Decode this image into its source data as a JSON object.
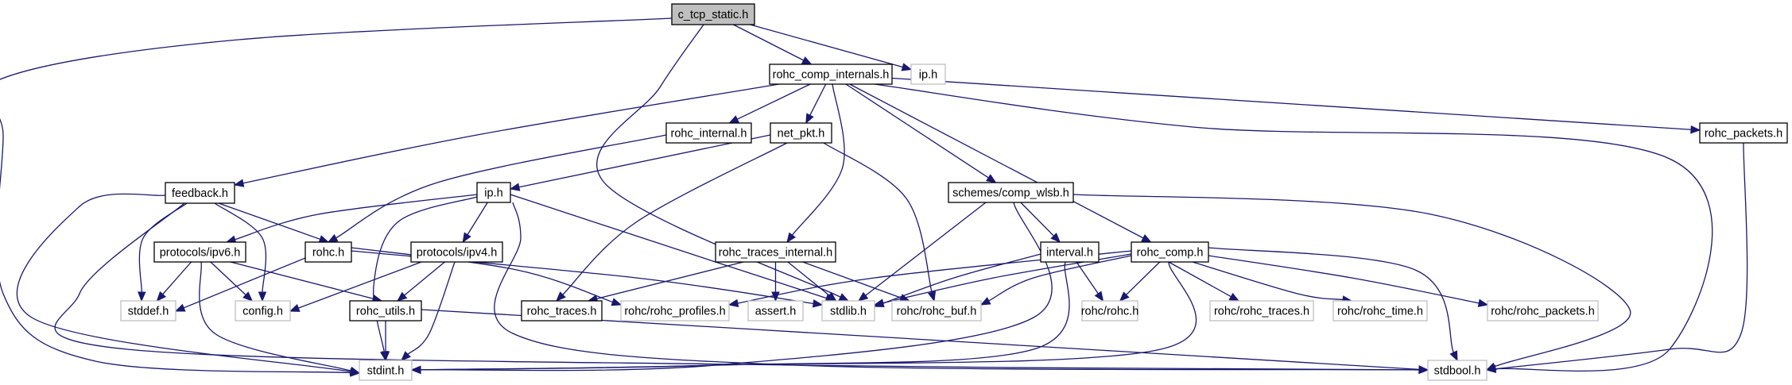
{
  "title": "c_tcp_static.h include dependency graph",
  "colors": {
    "edge": "#191970",
    "root_fill": "#bfbfbf",
    "primary_border": "#000000",
    "external_border": "#bfbfbf"
  },
  "nodes": [
    {
      "id": "c_tcp_static",
      "label": "c_tcp_static.h",
      "kind": "root"
    },
    {
      "id": "rohc_comp_internals",
      "label": "rohc_comp_internals.h",
      "kind": "primary"
    },
    {
      "id": "ip_ext",
      "label": "ip.h",
      "kind": "external"
    },
    {
      "id": "rohc_internal",
      "label": "rohc_internal.h",
      "kind": "primary"
    },
    {
      "id": "net_pkt",
      "label": "net_pkt.h",
      "kind": "primary"
    },
    {
      "id": "rohc_packets",
      "label": "rohc_packets.h",
      "kind": "primary"
    },
    {
      "id": "feedback",
      "label": "feedback.h",
      "kind": "primary"
    },
    {
      "id": "ip",
      "label": "ip.h",
      "kind": "primary"
    },
    {
      "id": "comp_wlsb",
      "label": "schemes/comp_wlsb.h",
      "kind": "primary"
    },
    {
      "id": "ipv6",
      "label": "protocols/ipv6.h",
      "kind": "primary"
    },
    {
      "id": "rohc",
      "label": "rohc.h",
      "kind": "primary"
    },
    {
      "id": "ipv4",
      "label": "protocols/ipv4.h",
      "kind": "primary"
    },
    {
      "id": "rohc_traces_internal",
      "label": "rohc_traces_internal.h",
      "kind": "primary"
    },
    {
      "id": "interval",
      "label": "interval.h",
      "kind": "primary"
    },
    {
      "id": "rohc_comp",
      "label": "rohc_comp.h",
      "kind": "primary"
    },
    {
      "id": "stddef",
      "label": "stddef.h",
      "kind": "external"
    },
    {
      "id": "config",
      "label": "config.h",
      "kind": "external"
    },
    {
      "id": "rohc_utils",
      "label": "rohc_utils.h",
      "kind": "primary"
    },
    {
      "id": "rohc_traces",
      "label": "rohc_traces.h",
      "kind": "primary"
    },
    {
      "id": "rohc_profiles",
      "label": "rohc/rohc_profiles.h",
      "kind": "external"
    },
    {
      "id": "assert",
      "label": "assert.h",
      "kind": "external"
    },
    {
      "id": "stdlib",
      "label": "stdlib.h",
      "kind": "external"
    },
    {
      "id": "rohc_buf",
      "label": "rohc/rohc_buf.h",
      "kind": "external"
    },
    {
      "id": "rohc_rohc",
      "label": "rohc/rohc.h",
      "kind": "external"
    },
    {
      "id": "rohc_rohc_traces",
      "label": "rohc/rohc_traces.h",
      "kind": "external"
    },
    {
      "id": "rohc_rohc_time",
      "label": "rohc/rohc_time.h",
      "kind": "external"
    },
    {
      "id": "rohc_rohc_packets",
      "label": "rohc/rohc_packets.h",
      "kind": "external"
    },
    {
      "id": "stdint",
      "label": "stdint.h",
      "kind": "external"
    },
    {
      "id": "stdbool",
      "label": "stdbool.h",
      "kind": "external"
    }
  ],
  "edges": [
    [
      "c_tcp_static",
      "rohc_comp_internals"
    ],
    [
      "c_tcp_static",
      "ip_ext"
    ],
    [
      "c_tcp_static",
      "stdint"
    ],
    [
      "c_tcp_static",
      "stdlib"
    ],
    [
      "rohc_comp_internals",
      "feedback"
    ],
    [
      "rohc_comp_internals",
      "rohc_internal"
    ],
    [
      "rohc_comp_internals",
      "net_pkt"
    ],
    [
      "rohc_comp_internals",
      "rohc_traces_internal"
    ],
    [
      "rohc_comp_internals",
      "comp_wlsb"
    ],
    [
      "rohc_comp_internals",
      "rohc_comp"
    ],
    [
      "rohc_comp_internals",
      "rohc_packets"
    ],
    [
      "rohc_comp_internals",
      "stdbool"
    ],
    [
      "rohc_internal",
      "rohc"
    ],
    [
      "net_pkt",
      "ip"
    ],
    [
      "net_pkt",
      "rohc_traces"
    ],
    [
      "net_pkt",
      "rohc_buf"
    ],
    [
      "rohc_packets",
      "stdbool"
    ],
    [
      "feedback",
      "rohc"
    ],
    [
      "feedback",
      "stddef"
    ],
    [
      "feedback",
      "config"
    ],
    [
      "feedback",
      "stdint"
    ],
    [
      "feedback",
      "stdbool"
    ],
    [
      "ip",
      "ipv6"
    ],
    [
      "ip",
      "ipv4"
    ],
    [
      "ip",
      "stdint"
    ],
    [
      "ip",
      "stdlib"
    ],
    [
      "ip",
      "stdbool"
    ],
    [
      "ipv6",
      "stddef"
    ],
    [
      "ipv6",
      "config"
    ],
    [
      "ipv6",
      "rohc_utils"
    ],
    [
      "ipv6",
      "stdint"
    ],
    [
      "rohc",
      "stddef"
    ],
    [
      "rohc",
      "rohc_profiles"
    ],
    [
      "rohc",
      "stdlib"
    ],
    [
      "ipv4",
      "config"
    ],
    [
      "ipv4",
      "rohc_utils"
    ],
    [
      "ipv4",
      "stdint"
    ],
    [
      "rohc_utils",
      "stdint"
    ],
    [
      "rohc_utils",
      "stdbool"
    ],
    [
      "comp_wlsb",
      "interval"
    ],
    [
      "comp_wlsb",
      "stdlib"
    ],
    [
      "comp_wlsb",
      "stdint"
    ],
    [
      "comp_wlsb",
      "stdbool"
    ],
    [
      "rohc_traces_internal",
      "rohc_traces"
    ],
    [
      "rohc_traces_internal",
      "assert"
    ],
    [
      "rohc_traces_internal",
      "stdlib"
    ],
    [
      "rohc_traces_internal",
      "rohc_buf"
    ],
    [
      "interval",
      "stdlib"
    ],
    [
      "interval",
      "rohc_rohc"
    ],
    [
      "interval",
      "stdint"
    ],
    [
      "rohc_comp",
      "rohc_profiles"
    ],
    [
      "rohc_comp",
      "stdlib"
    ],
    [
      "rohc_comp",
      "rohc_buf"
    ],
    [
      "rohc_comp",
      "rohc_rohc"
    ],
    [
      "rohc_comp",
      "rohc_rohc_traces"
    ],
    [
      "rohc_comp",
      "rohc_rohc_time"
    ],
    [
      "rohc_comp",
      "rohc_rohc_packets"
    ],
    [
      "rohc_comp",
      "stdint"
    ],
    [
      "rohc_comp",
      "stdbool"
    ]
  ]
}
